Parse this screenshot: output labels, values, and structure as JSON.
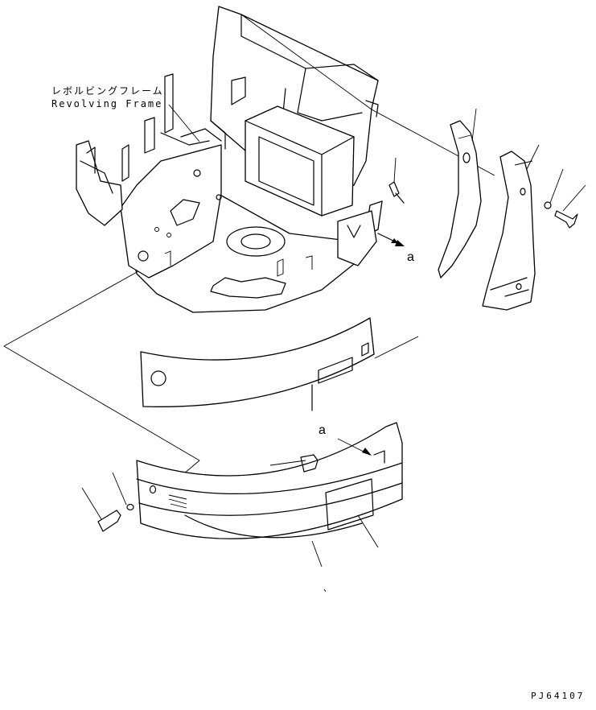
{
  "labels": {
    "frame_jp": "レボルビングフレーム",
    "frame_en": "Revolving Frame",
    "arrow_a_right": "a",
    "arrow_a_left": "a",
    "drawing_code": "PJ64107"
  }
}
